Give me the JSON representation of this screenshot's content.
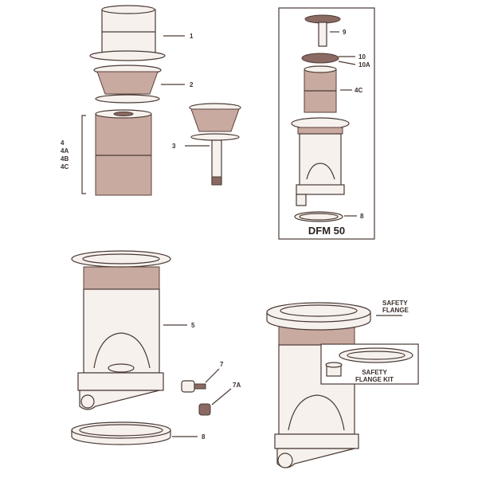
{
  "diagram": {
    "colors": {
      "line": "#4a3a35",
      "fill": "#f6f1ec",
      "pleat": "#c9aaa0"
    },
    "labels": {
      "p1": "1",
      "p2": "2",
      "p3": "3",
      "p4": "4",
      "p4a": "4A",
      "p4b": "4B",
      "p4c": "4C",
      "p5": "5",
      "p7": "7",
      "p7a": "7A",
      "p8": "8"
    },
    "inset": {
      "title": "DFM 50",
      "labels": {
        "p9": "9",
        "p10": "10",
        "p10a": "10A",
        "p4c": "4C",
        "p8": "8"
      }
    },
    "safety": {
      "flange_line1": "SAFETY",
      "flange_line2": "FLANGE",
      "kit_line1": "SAFETY",
      "kit_line2": "FLANGE KIT"
    }
  }
}
